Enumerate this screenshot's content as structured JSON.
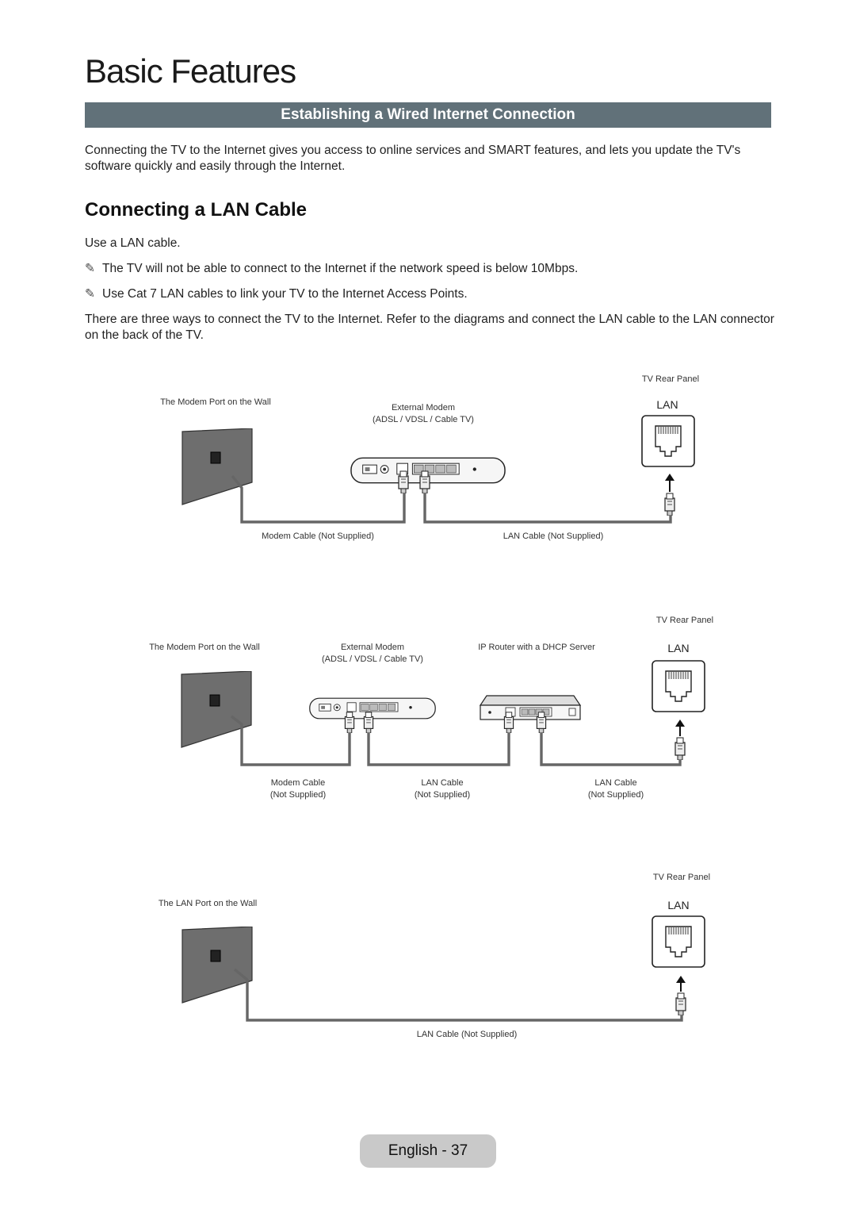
{
  "page": {
    "title": "Basic Features",
    "section_header": "Establishing a Wired Internet Connection",
    "intro": "Connecting the TV to the Internet gives you access to online services and SMART features, and lets you update the TV's software quickly and easily through the Internet.",
    "sub_heading": "Connecting a LAN Cable",
    "use_line": "Use a LAN cable.",
    "notes": [
      "The TV will not be able to connect to the Internet if the network speed is below 10Mbps.",
      "Use Cat 7 LAN cables to link your TV to the Internet Access Points."
    ],
    "note_icon": "pencil-note-icon",
    "ways_text": "There are three ways to connect the TV to the Internet. Refer to the diagrams and connect the LAN cable to the LAN connector on the back of the TV.",
    "footer": "English - 37"
  },
  "diagrams": {
    "d1": {
      "wall": "The Modem Port on the Wall",
      "modem": "External Modem",
      "modem_sub": "(ADSL / VDSL / Cable TV)",
      "tv": "TV Rear Panel",
      "lan": "LAN",
      "cable1": "Modem Cable (Not Supplied)",
      "cable2": "LAN Cable (Not Supplied)"
    },
    "d2": {
      "wall": "The Modem Port on the Wall",
      "modem": "External Modem",
      "modem_sub": "(ADSL / VDSL / Cable TV)",
      "router": "IP Router with a DHCP Server",
      "tv": "TV Rear Panel",
      "lan": "LAN",
      "cable1": "Modem Cable",
      "cable1_sub": "(Not Supplied)",
      "cable2": "LAN Cable",
      "cable2_sub": "(Not Supplied)",
      "cable3": "LAN Cable",
      "cable3_sub": "(Not Supplied)"
    },
    "d3": {
      "wall": "The LAN Port on the Wall",
      "tv": "TV Rear Panel",
      "lan": "LAN",
      "cable": "LAN Cable (Not Supplied)"
    }
  },
  "colors": {
    "section_bar": "#617179",
    "wall": "#6e6e6e",
    "footer": "#c9c9c9"
  }
}
